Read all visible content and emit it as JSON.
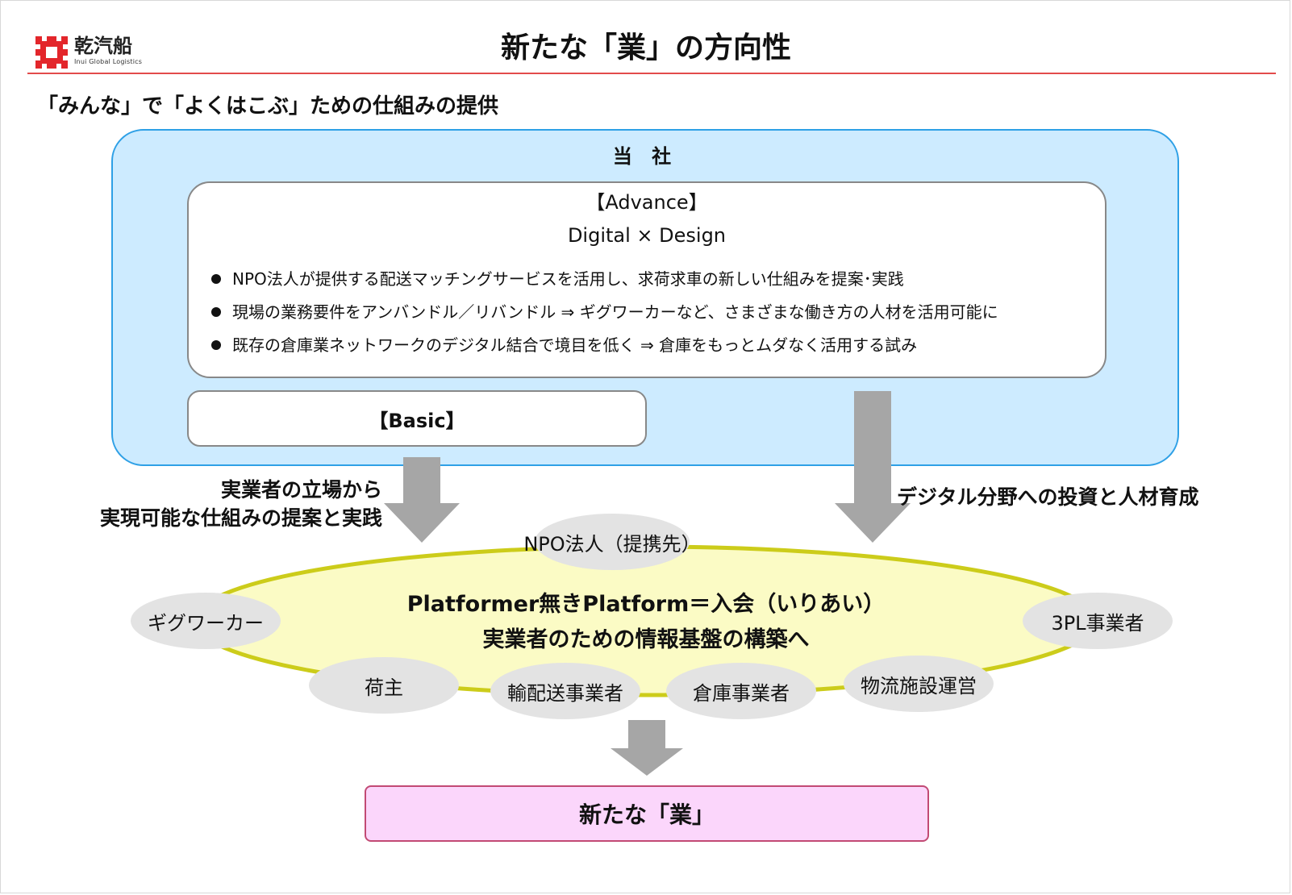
{
  "header": {
    "logo_name": "乾汽船",
    "logo_sub": "Inui Global Logistics",
    "title": "新たな「業」の方向性",
    "subtitle": "「みんな」で「よくはこぶ」ための仕組みの提供"
  },
  "company": {
    "label": "当 社",
    "advance": {
      "title": "【Advance】",
      "subtitle": "Digital × Design",
      "bullets": [
        "NPO法人が提供する配送マッチングサービスを活用し、求荷求車の新しい仕組みを提案･実践",
        "現場の業務要件をアンバンドル／リバンドル ⇒ ギグワーカーなど、さまざまな働き方の人材を活用可能に",
        "既存の倉庫業ネットワークのデジタル結合で境目を低く ⇒ 倉庫をもっとムダなく活用する試み"
      ]
    },
    "basic": {
      "title": "【Basic】"
    }
  },
  "arrows": {
    "left_label_line1": "実業者の立場から",
    "left_label_line2": "実現可能な仕組みの提案と実践",
    "right_label": "デジタル分野への投資と人材育成"
  },
  "platform": {
    "line1": "Platformer無きPlatform＝入会（いりあい）",
    "line2": "実業者のための情報基盤の構築へ",
    "participants": {
      "npo": "NPO法人（提携先）",
      "gig": "ギグワーカー",
      "tpl": "3PL事業者",
      "shipper": "荷主",
      "transport": "輸配送事業者",
      "warehouse": "倉庫事業者",
      "facility": "物流施設運営"
    }
  },
  "result": {
    "title": "新たな「業」"
  },
  "colors": {
    "company_fill": "#cdebff",
    "company_border": "#2ea0e6",
    "platform_fill": "#fbfbc5",
    "platform_border": "#cccc1a",
    "pill_fill": "#e3e3e3",
    "arrow": "#a6a6a6",
    "result_fill": "#fbd6fb",
    "result_border": "#c24a74",
    "accent_rule": "#e34b4b",
    "logo": "#e3262b"
  }
}
